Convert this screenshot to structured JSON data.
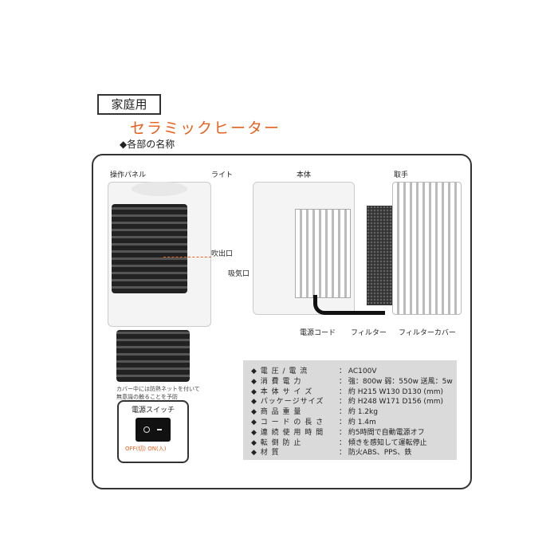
{
  "tag": "家庭用",
  "title": "セラミックヒーター",
  "section": "◆各部の名称",
  "labels": {
    "panel": "操作パネル",
    "light": "ライト",
    "body": "本体",
    "handle": "取手",
    "outlet": "吹出口",
    "inlet": "吸気口",
    "cord": "電源コード",
    "filter": "フィルター",
    "filter_cover": "フィルターカバー"
  },
  "caption": [
    "カバー中には防熱ネットを付いて",
    "無意識の触ることを予防"
  ],
  "switch": {
    "title": "電源スイッチ",
    "off": "OFF(切)",
    "on": "ON(入)"
  },
  "specs": [
    {
      "k": "◆ 電 圧 / 電 流",
      "v": "： AC100V"
    },
    {
      "k": "◆ 消 費 電 力",
      "v": "： 強：800w 弱：550w 送風：5w"
    },
    {
      "k": "◆ 本 体 サ イ ズ",
      "v": "： 約 H215 W130 D130 (mm)"
    },
    {
      "k": "◆ パッケージサイズ",
      "v": "： 約 H248 W171 D156 (mm)"
    },
    {
      "k": "◆ 商 品 重 量",
      "v": "： 約 1.2kg"
    },
    {
      "k": "◆ コ ー ド の 長 さ",
      "v": "： 約 1.4m"
    },
    {
      "k": "◆ 連 続 使 用 時 間",
      "v": "： 約5時間で自動電源オフ"
    },
    {
      "k": "◆ 転 倒 防 止",
      "v": "： 傾きを感知して運転停止"
    },
    {
      "k": "◆ 材 質",
      "v": "： 防火ABS、PPS、鉄"
    }
  ]
}
